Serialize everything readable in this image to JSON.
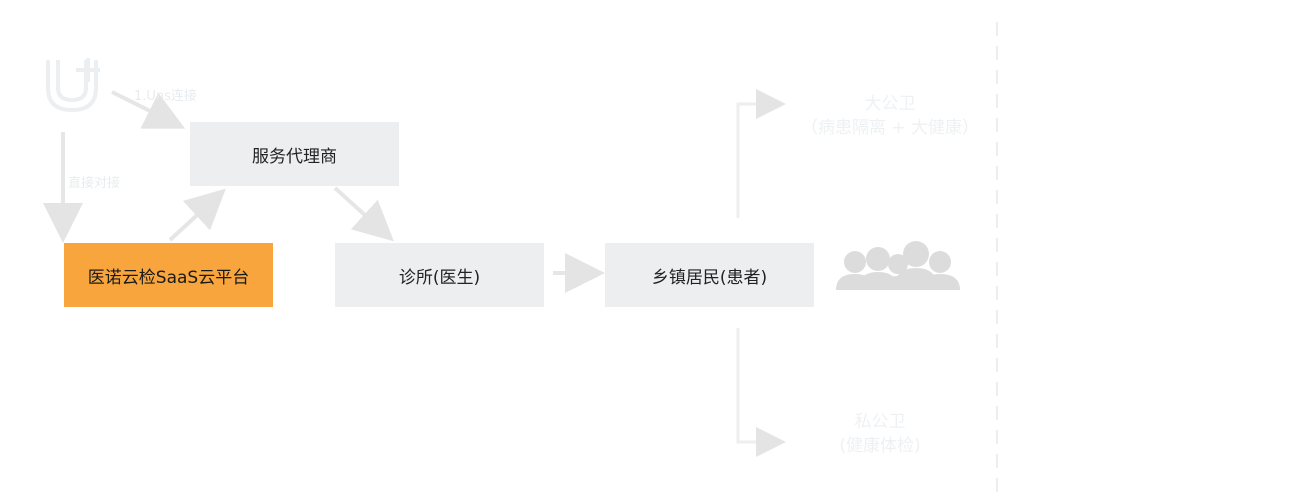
{
  "diagram": {
    "logo_label": "U+",
    "edge_label_top": "1.Uns连接",
    "edge_label_left": "直接对接",
    "nodes": {
      "agent": "服务代理商",
      "platform": "医诺云检SaaS云平台",
      "clinic": "诊所(医生)",
      "residents": "乡镇居民(患者)"
    },
    "right_top": {
      "line1": "大公卫",
      "line2": "（病患隔离 + 大健康）"
    },
    "right_bottom": {
      "line1": "私公卫",
      "line2": "(健康体检)"
    },
    "colors": {
      "primary": "#f7a53c",
      "node_bg": "#edeef0",
      "arrow": "#e6e6e6",
      "people": "#dcdcdc"
    }
  }
}
